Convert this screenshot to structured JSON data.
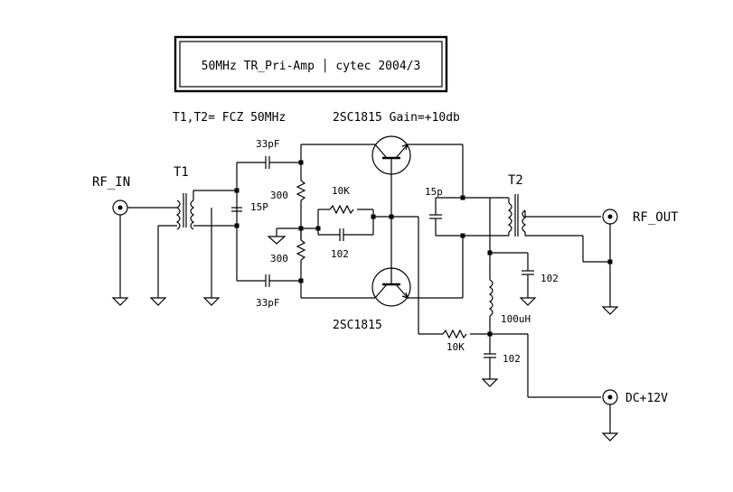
{
  "title_block": {
    "text": "50MHz TR_Pri-Amp │ cytec 2004/3"
  },
  "notes": {
    "transformers": "T1,T2= FCZ 50MHz",
    "transistor_gain": "2SC1815  Gain=+10db"
  },
  "ports": {
    "rf_in": "RF_IN",
    "rf_out": "RF_OUT",
    "dc": "DC+12V"
  },
  "transformers": {
    "t1": "T1",
    "t2": "T2"
  },
  "transistors": {
    "bottom_label": "2SC1815"
  },
  "components": {
    "c_in_top": "33pF",
    "c_in_bottom": "33pF",
    "c_t1_tune": "15P",
    "r_top": "300",
    "r_bottom": "300",
    "r_feedback": "10K",
    "c_feedback": "102",
    "c_t2_tune": "15p",
    "c_t2_bypass": "102",
    "l_choke": "100uH",
    "r_bias": "10K",
    "c_dc_bypass": "102"
  }
}
